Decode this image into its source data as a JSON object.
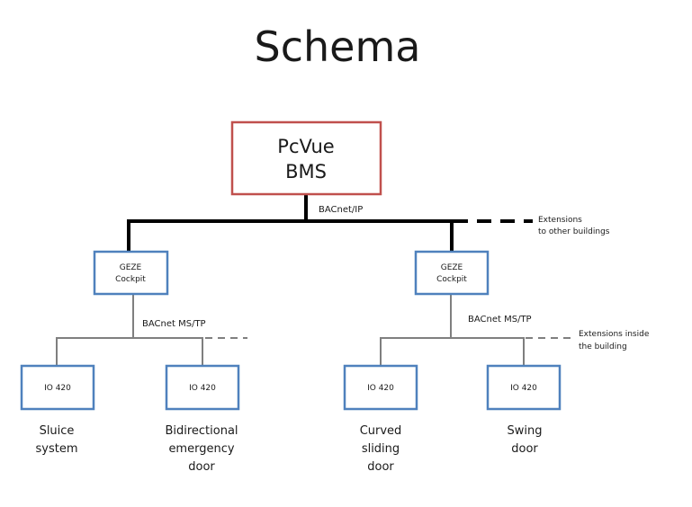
{
  "title": "Schema",
  "colors": {
    "bms_border": "#c0504d",
    "node_border": "#4f81bd",
    "bus_primary": "#000000",
    "bus_secondary": "#7f7f7f"
  },
  "bms": {
    "line1": "PcVue",
    "line2": "BMS"
  },
  "networks": {
    "ip": "BACnet/IP",
    "mstp_left": "BACnet  MS/TP",
    "mstp_right": "BACnet  MS/TP"
  },
  "extensions": {
    "buildings_line1": "Extensions",
    "buildings_line2": "to other buildings",
    "inside_line1": "Extensions inside",
    "inside_line2": "the building"
  },
  "cockpits": [
    {
      "line1": "GEZE",
      "line2": "Cockpit"
    },
    {
      "line1": "GEZE",
      "line2": "Cockpit"
    }
  ],
  "devices": [
    {
      "label": "IO 420",
      "desc": [
        "Sluice",
        "system"
      ]
    },
    {
      "label": "IO 420",
      "desc": [
        "Bidirectional",
        "emergency",
        "door"
      ]
    },
    {
      "label": "IO 420",
      "desc": [
        "Curved",
        "sliding",
        "door"
      ]
    },
    {
      "label": "IO 420",
      "desc": [
        "Swing",
        "door"
      ]
    }
  ]
}
